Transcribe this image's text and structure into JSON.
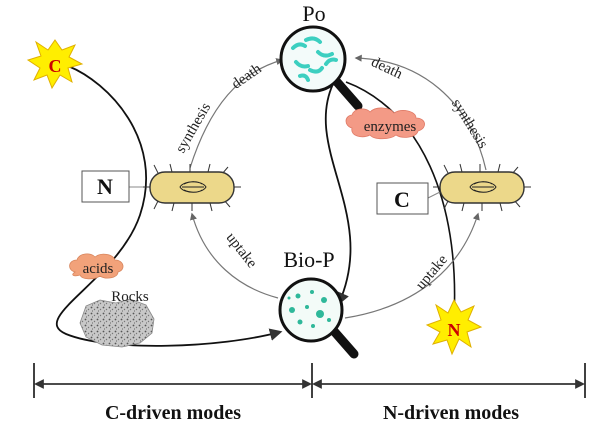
{
  "nodes": {
    "po": "Po",
    "bio_p": "Bio-P",
    "left_box": "N",
    "right_box": "C",
    "left_burst": "C",
    "right_burst": "N"
  },
  "labels": {
    "left_synthesis": "synthesis",
    "left_death": "death",
    "left_uptake": "uptake",
    "right_death": "death",
    "right_synthesis": "synthesis",
    "right_uptake": "uptake",
    "enzymes": "enzymes",
    "acids": "acids",
    "rocks": "Rocks"
  },
  "modes": {
    "left": "C-driven modes",
    "right": "N-driven modes"
  },
  "colors": {
    "burst_fill": "#ffee00",
    "burst_text": "#cc0000",
    "po_blob": "#3ccfc0",
    "bio_dot": "#2fb89a",
    "bacterium": "#ecd88a",
    "enzymes_fill": "#f39a86",
    "acids_fill": "#f2a27a",
    "rocks_fill": "#b9b9b9"
  }
}
